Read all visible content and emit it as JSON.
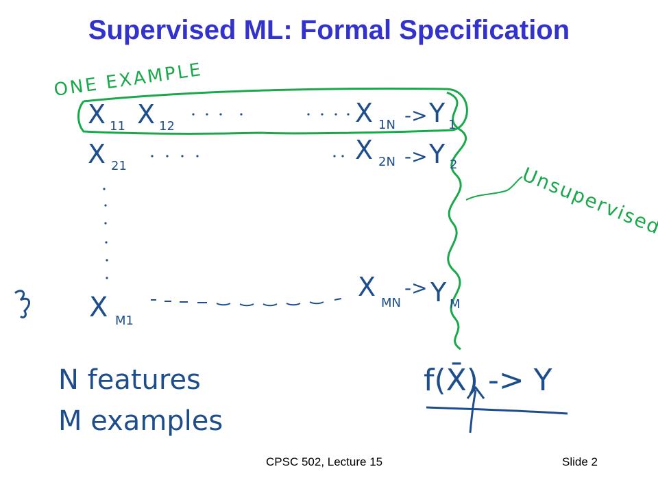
{
  "slide": {
    "title": "Supervised ML: Formal Specification",
    "footer_course": "CPSC 502, Lecture 15",
    "footer_slide": "Slide 2"
  },
  "annotations": {
    "one_example": "ONE EXAMPLE",
    "unsupervised": "Unsupervised",
    "row1": {
      "x_first": "X",
      "x_first_sub": "11",
      "x_second": "X",
      "x_second_sub": "12",
      "x_last": "X",
      "x_last_sub": "1N",
      "y": "Y",
      "y_sub": "1"
    },
    "row2": {
      "x_first": "X",
      "x_first_sub": "21",
      "x_last": "X",
      "x_last_sub": "2N",
      "y": "Y",
      "y_sub": "2"
    },
    "rowM": {
      "x_first": "X",
      "x_first_sub": "M1",
      "x_last": "X",
      "x_last_sub": "MN",
      "y": "Y",
      "y_sub": "M"
    },
    "arrow": "->",
    "n_features": "N features",
    "m_examples": "M examples",
    "function": "f(X̄) -> Y"
  },
  "colors": {
    "title": "#3333cc",
    "blue_ink": "#1e4d8c",
    "green_ink": "#19a84a"
  }
}
